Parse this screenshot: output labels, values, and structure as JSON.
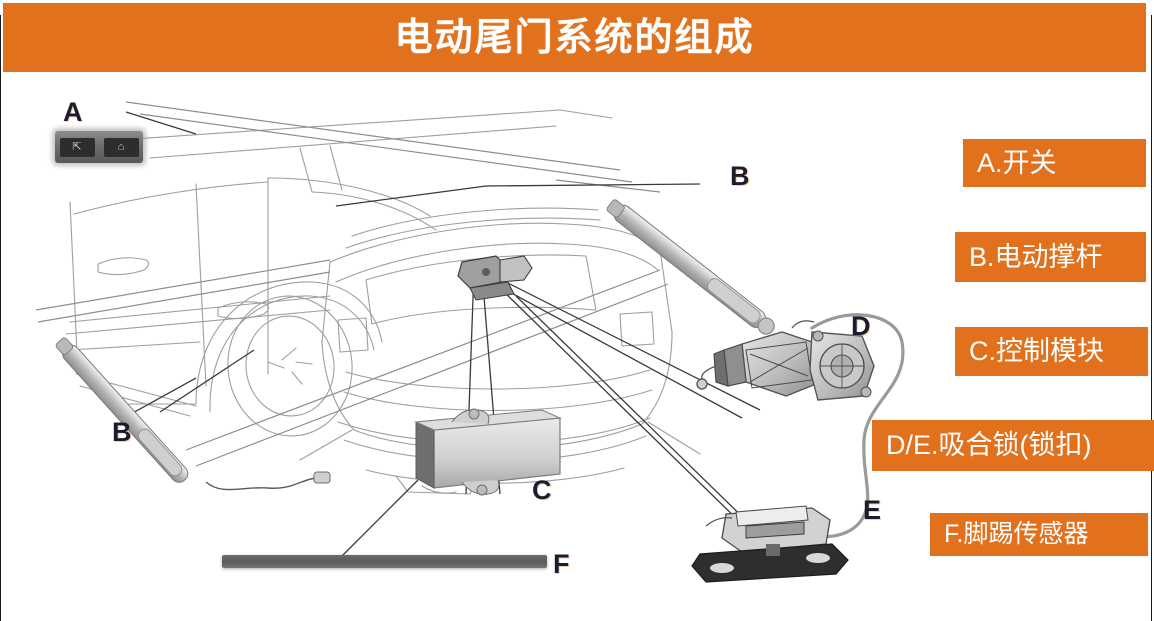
{
  "page": {
    "title": "电动尾门系统的组成",
    "accent_color": "#E2711D",
    "background_color": "#FFFFFF",
    "frame_color": "#1A1A1A"
  },
  "legend": {
    "items": [
      {
        "key": "A",
        "label": "A.开关"
      },
      {
        "key": "B",
        "label": "B.电动撑杆"
      },
      {
        "key": "C",
        "label": "C.控制模块"
      },
      {
        "key": "D/E",
        "label": "D/E.吸合锁(锁扣)"
      },
      {
        "key": "F",
        "label": "F.脚踢传感器"
      }
    ]
  },
  "diagram": {
    "description": "电动尾门系统部件分解图",
    "callouts": [
      {
        "id": "a",
        "letter": "A",
        "component": "switch"
      },
      {
        "id": "b1",
        "letter": "B",
        "component": "power-strut-right"
      },
      {
        "id": "b2",
        "letter": "B",
        "component": "power-strut-left"
      },
      {
        "id": "c",
        "letter": "C",
        "component": "control-module"
      },
      {
        "id": "d",
        "letter": "D",
        "component": "cinch-latch-motor"
      },
      {
        "id": "e",
        "letter": "E",
        "component": "striker"
      },
      {
        "id": "f",
        "letter": "F",
        "component": "kick-sensor"
      }
    ],
    "switch_photo": {
      "button_open_glyph": "⇱",
      "button_lock_glyph": "⌂"
    }
  }
}
